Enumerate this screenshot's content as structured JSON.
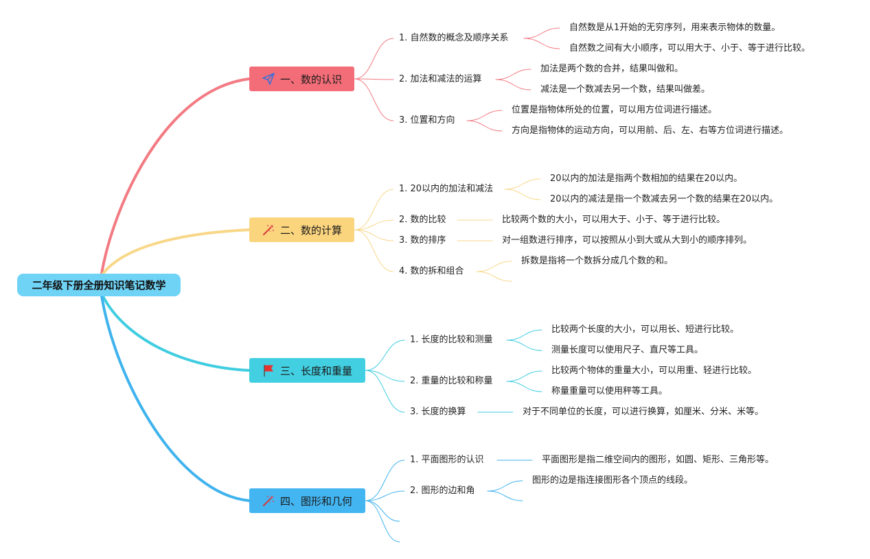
{
  "root": {
    "label": "二年级下册全册知识笔记数学"
  },
  "branches": [
    {
      "label": "一、数的认识",
      "icon": "paper-plane-icon",
      "color": "#f37a82",
      "fill": "#f36d78",
      "subs": [
        {
          "label": "1. 自然数的概念及顺序关系",
          "leaves": [
            "自然数是从1开始的无穷序列，用来表示物体的数量。",
            "自然数之间有大小顺序，可以用大于、小于、等于进行比较。"
          ]
        },
        {
          "label": "2. 加法和减法的运算",
          "leaves": [
            "加法是两个数的合并，结果叫做和。",
            "减法是一个数减去另一个数，结果叫做差。"
          ]
        },
        {
          "label": "3. 位置和方向",
          "leaves": [
            "位置是指物体所处的位置，可以用方位词进行描述。",
            "方向是指物体的运动方向，可以用前、后、左、右等方位词进行描述。"
          ]
        }
      ]
    },
    {
      "label": "二、数的计算",
      "icon": "magic-wand-icon",
      "color": "#f8d788",
      "fill": "#fbd57e",
      "subs": [
        {
          "label": "1. 20以内的加法和减法",
          "leaves": [
            "20以内的加法是指两个数相加的结果在20以内。",
            "20以内的减法是指一个数减去另一个数的结果在20以内。"
          ]
        },
        {
          "label": "2. 数的比较",
          "leaves": [
            "比较两个数的大小，可以用大于、小于、等于进行比较。"
          ]
        },
        {
          "label": "3. 数的排序",
          "leaves": [
            "对一组数进行排序，可以按照从小到大或从大到小的顺序排列。"
          ]
        },
        {
          "label": "4. 数的拆和组合",
          "leaves": [
            "拆数是指将一个数拆分成几个数的和。",
            ""
          ]
        }
      ]
    },
    {
      "label": "三、长度和重量",
      "icon": "red-flag-icon",
      "color": "#3fcde0",
      "fill": "#42cfe2",
      "subs": [
        {
          "label": "1. 长度的比较和测量",
          "leaves": [
            "比较两个长度的大小，可以用长、短进行比较。",
            "测量长度可以使用尺子、直尺等工具。"
          ]
        },
        {
          "label": "2. 重量的比较和称量",
          "leaves": [
            "比较两个物体的重量大小，可以用重、轻进行比较。",
            "称量重量可以使用秤等工具。"
          ]
        },
        {
          "label": "3. 长度的换算",
          "leaves": [
            "对于不同单位的长度，可以进行换算，如厘米、分米、米等。"
          ]
        }
      ]
    },
    {
      "label": "四、图形和几何",
      "icon": "magic-wand-icon",
      "color": "#3fb3ee",
      "fill": "#43b5f1",
      "subs": [
        {
          "label": "1. 平面图形的认识",
          "leaves": [
            "平面图形是指二维空间内的图形，如圆、矩形、三角形等。"
          ]
        },
        {
          "label": "2. 图形的边和角",
          "leaves": [
            "图形的边是指连接图形各个顶点的线段。",
            ""
          ]
        },
        {
          "label": "",
          "leaves": []
        },
        {
          "label": "",
          "leaves": []
        }
      ]
    }
  ]
}
